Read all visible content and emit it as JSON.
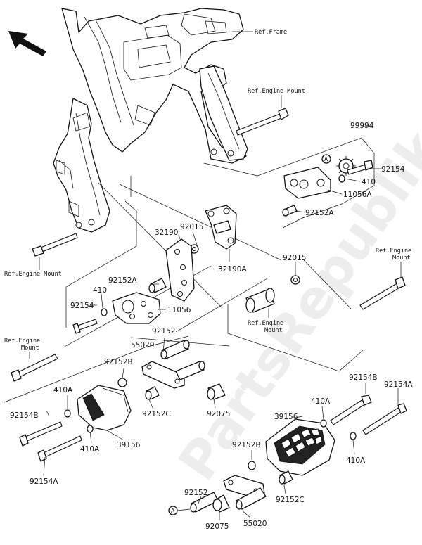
{
  "refs": {
    "frame": "Ref.Frame",
    "engine_mount": "Ref.Engine Mount",
    "engine_mount_line1": "Ref.Engine",
    "engine_mount_line2": "Mount"
  },
  "parts": {
    "p99994": "99994",
    "p92154": "92154",
    "p410": "410",
    "p11056A": "11056A",
    "p92152A": "92152A",
    "p92015": "92015",
    "p32190": "32190",
    "p32190A": "32190A",
    "p11056": "11056",
    "p92152": "92152",
    "p55020": "55020",
    "p92152B": "92152B",
    "p92152C": "92152C",
    "p92075": "92075",
    "p410A": "410A",
    "p92154B": "92154B",
    "p92154A": "92154A",
    "p39156": "39156"
  },
  "marker": "A",
  "watermark": "PartsRepublik"
}
